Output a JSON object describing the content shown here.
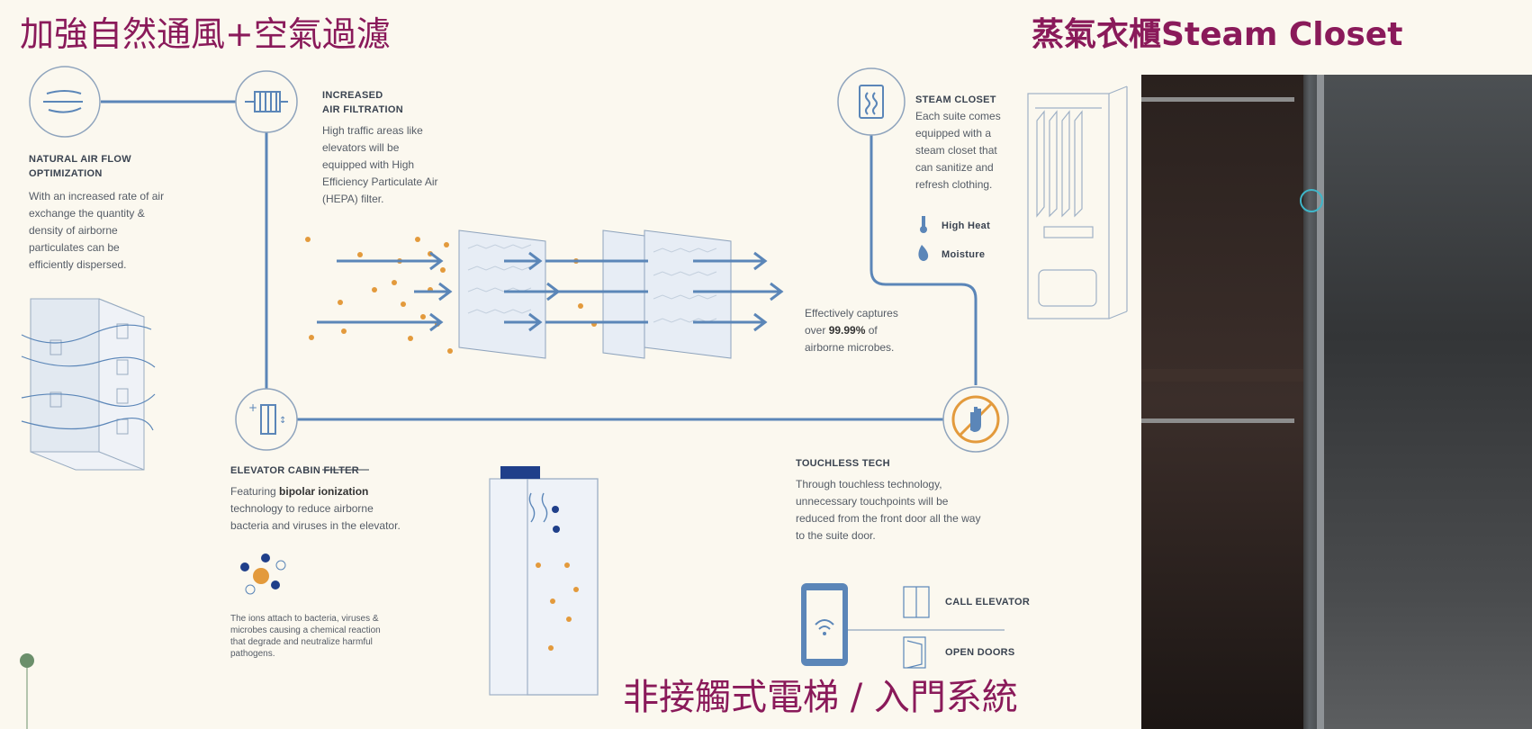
{
  "headings": {
    "left": "加強自然通風+空氣過濾",
    "right": "蒸氣衣櫃Steam Closet",
    "bottom": "非接觸式電梯 / 入門系統"
  },
  "natural_air": {
    "title_line1": "NATURAL AIR FLOW",
    "title_line2": "OPTIMIZATION",
    "body": [
      "With an increased rate of air",
      "exchange the quantity &",
      "density of airborne",
      "particulates can be",
      "efficiently dispersed."
    ]
  },
  "filtration": {
    "title_line1": "INCREASED",
    "title_line2": "AIR FILTRATION",
    "body": [
      "High traffic areas like",
      "elevators will be",
      "equipped with High",
      "Efficiency Particulate Air",
      "(HEPA) filter."
    ]
  },
  "capture": {
    "line1": "Effectively captures",
    "line2_prefix": "over ",
    "line2_bold": "99.99%",
    "line2_suffix": " of",
    "line3": "airborne microbes."
  },
  "steam_closet": {
    "title": "STEAM CLOSET",
    "body": [
      "Each suite comes",
      "equipped with a",
      "steam closet that",
      "can sanitize and",
      "refresh clothing."
    ],
    "feature1": "High Heat",
    "feature2": "Moisture"
  },
  "elevator_filter": {
    "title": "ELEVATOR CABIN FILTER",
    "body_prefix": "Featuring ",
    "body_bold": "bipolar ionization",
    "body_rest": [
      "technology to reduce airborne",
      "bacteria and viruses in the elevator."
    ],
    "ions": [
      "The ions attach to bacteria, viruses &",
      "microbes causing a chemical reaction",
      "that degrade and neutralize harmful",
      "pathogens."
    ]
  },
  "touchless": {
    "title": "TOUCHLESS TECH",
    "body": [
      "Through touchless technology,",
      "unnecessary touchpoints will be",
      "reduced from the front door all the way",
      "to the suite door."
    ],
    "call_elevator": "CALL ELEVATOR",
    "open_doors": "OPEN DOORS"
  },
  "colors": {
    "accent": "#8a1a5a",
    "line": "#5b86b8",
    "particle": "#e39a3c"
  }
}
